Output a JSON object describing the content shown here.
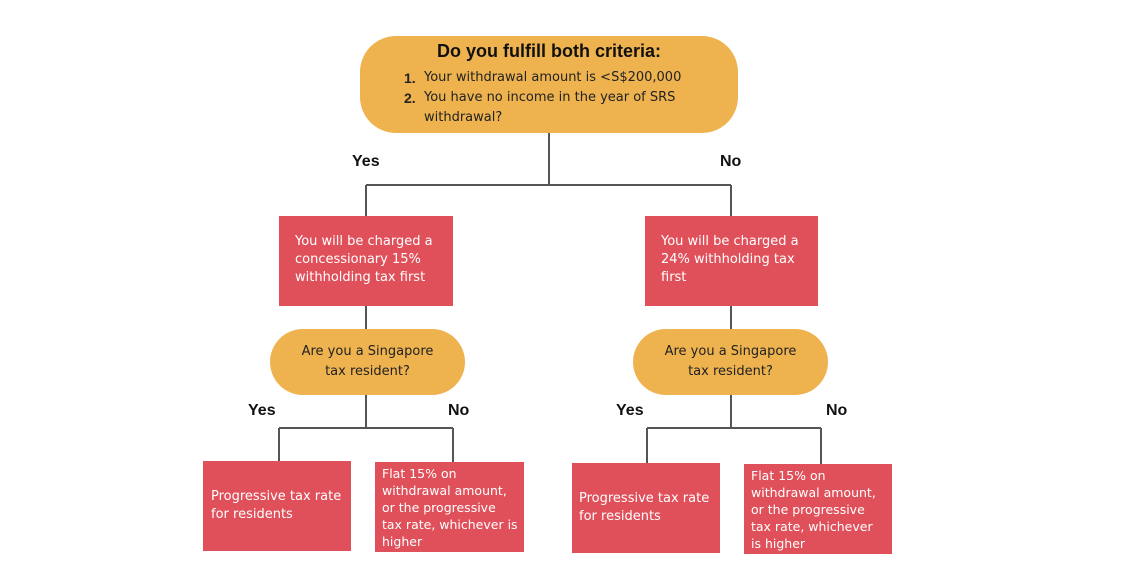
{
  "top": {
    "title": "Do you fulfill both criteria:",
    "criteria": [
      {
        "num": "1.",
        "text": "Your withdrawal amount is <S$200,000"
      },
      {
        "num": "2.",
        "text": "You have no income in the year of SRS withdrawal?"
      }
    ]
  },
  "branch_labels": {
    "top_yes": "Yes",
    "top_no": "No",
    "left_yes": "Yes",
    "left_no": "No",
    "right_yes": "Yes",
    "right_no": "No"
  },
  "left": {
    "charge": "You will be charged a concessionary 15% withholding tax first",
    "question": "Are you a Singapore tax resident?",
    "yes_outcome": "Progressive tax rate for residents",
    "no_outcome": "Flat 15% on withdrawal amount, or the progressive tax rate, whichever is higher"
  },
  "right": {
    "charge": "You will be charged a 24% withholding tax first",
    "question": "Are you a Singapore tax resident?",
    "yes_outcome": "Progressive tax rate for residents",
    "no_outcome": "Flat 15% on withdrawal amount, or the progressive tax rate, whichever is higher"
  },
  "colors": {
    "pill": "#eeb34f",
    "box": "#e0505a",
    "line": "#555555"
  }
}
